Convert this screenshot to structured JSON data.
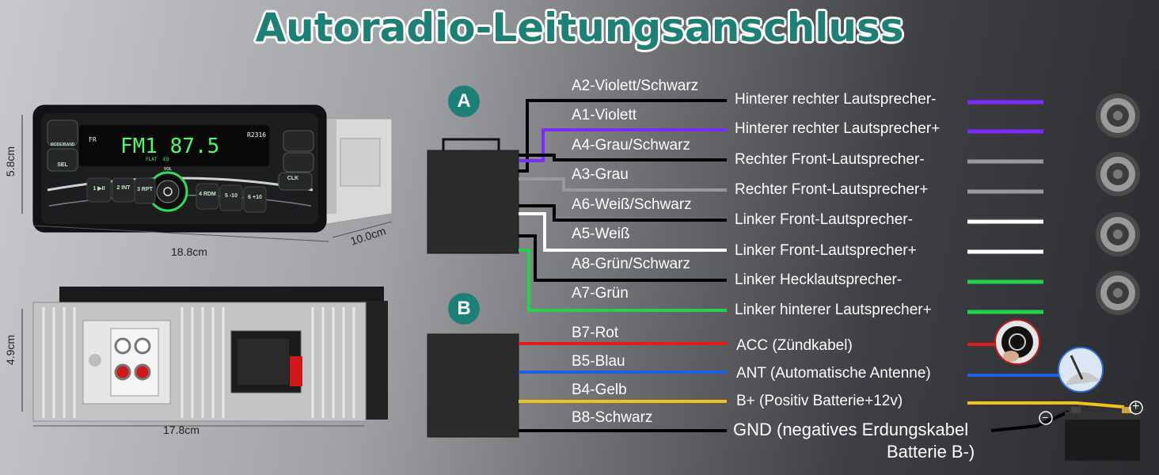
{
  "title": "Autoradio-Leitungsanschluss",
  "dimensions": {
    "front_height": "5.8cm",
    "front_width": "18.8cm",
    "depth": "10.0cm",
    "rear_height": "4.9cm",
    "rear_width": "17.8cm"
  },
  "radio_display": {
    "band_indicator": "FR",
    "model": "R2316",
    "frequency": "FM1 87.5",
    "flat_label": "FLAT",
    "eq_label": "EQ",
    "vol_label": "VOL",
    "buttons": [
      "1 ▶II",
      "2 INT",
      "3 RPT",
      "4 RDM",
      "5 -10",
      "6 +10"
    ],
    "sel_label": "SEL",
    "clk_label": "CLK",
    "mode_label": "MODE/BAND"
  },
  "connector_a": {
    "badge": "A",
    "wires": [
      {
        "label": "A2-Violett/Schwarz",
        "destination": "Hinterer rechter Lautsprecher-",
        "color": "#7a2bff",
        "stripe": "#000000"
      },
      {
        "label": "A1-Violett",
        "destination": "Hinterer rechter Lautsprecher+",
        "color": "#7a2bff",
        "stripe": ""
      },
      {
        "label": "A4-Grau/Schwarz",
        "destination": "Rechter Front-Lautsprecher-",
        "color": "#9a9a9a",
        "stripe": "#000000"
      },
      {
        "label": "A3-Grau",
        "destination": "Rechter Front-Lautsprecher+",
        "color": "#9a9a9a",
        "stripe": ""
      },
      {
        "label": "A6-Weiß/Schwarz",
        "destination": "Linker Front-Lautsprecher-",
        "color": "#ffffff",
        "stripe": "#000000"
      },
      {
        "label": "A5-Weiß",
        "destination": "Linker Front-Lautsprecher+",
        "color": "#ffffff",
        "stripe": ""
      },
      {
        "label": "A8-Grün/Schwarz",
        "destination": "Linker Hecklautsprecher-",
        "color": "#22d24a",
        "stripe": "#000000"
      },
      {
        "label": "A7-Grün",
        "destination": "Linker hinterer Lautsprecher+",
        "color": "#22d24a",
        "stripe": ""
      }
    ]
  },
  "connector_b": {
    "badge": "B",
    "wires": [
      {
        "label": "B7-Rot",
        "destination": "ACC (Zündkabel)",
        "color": "#e31b1b"
      },
      {
        "label": "B5-Blau",
        "destination": "ANT (Automatische Antenne)",
        "color": "#1f5fe0"
      },
      {
        "label": "B4-Gelb",
        "destination": "B+ (Positiv Batterie+12v)",
        "color": "#f2c21b"
      },
      {
        "label": "B8-Schwarz",
        "destination_line1": "GND (negatives Erdungskabel",
        "destination_line2": "Batterie B-)",
        "color": "#000000"
      }
    ]
  },
  "battery": {
    "minus": "−",
    "plus": "+"
  },
  "icons": [
    "speaker-icon",
    "ignition-button-icon",
    "antenna-icon",
    "battery-icon"
  ]
}
